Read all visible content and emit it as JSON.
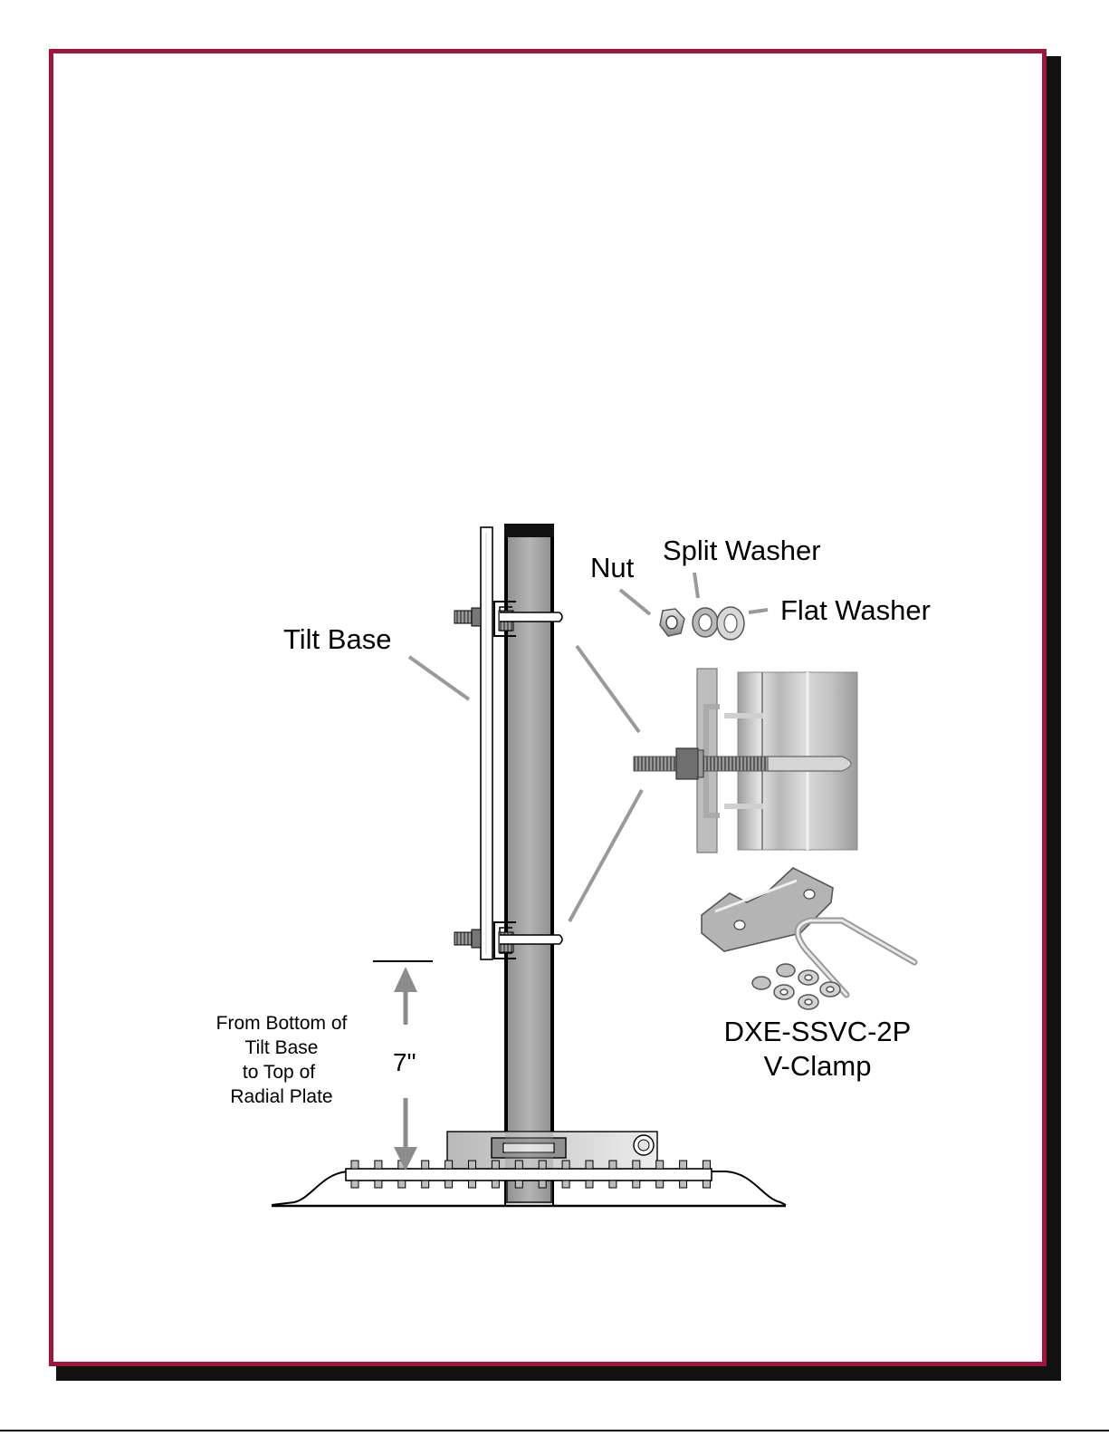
{
  "diagram": {
    "labels": {
      "tilt_base": "Tilt Base",
      "nut": "Nut",
      "split_washer": "Split Washer",
      "flat_washer": "Flat Washer",
      "dimension_value": "7\"",
      "dimension_note": [
        "From Bottom of",
        "Tilt Base",
        "to Top of",
        "Radial Plate"
      ],
      "part_number": "DXE-SSVC-2P",
      "part_name": "V-Clamp"
    }
  },
  "colors": {
    "frame_border": "#a3143a",
    "frame_shadow": "#111111",
    "mast_fill": "#a8a8a8",
    "dimension_arrow": "#8c8c8c",
    "leader_line": "#9a9a9a"
  }
}
